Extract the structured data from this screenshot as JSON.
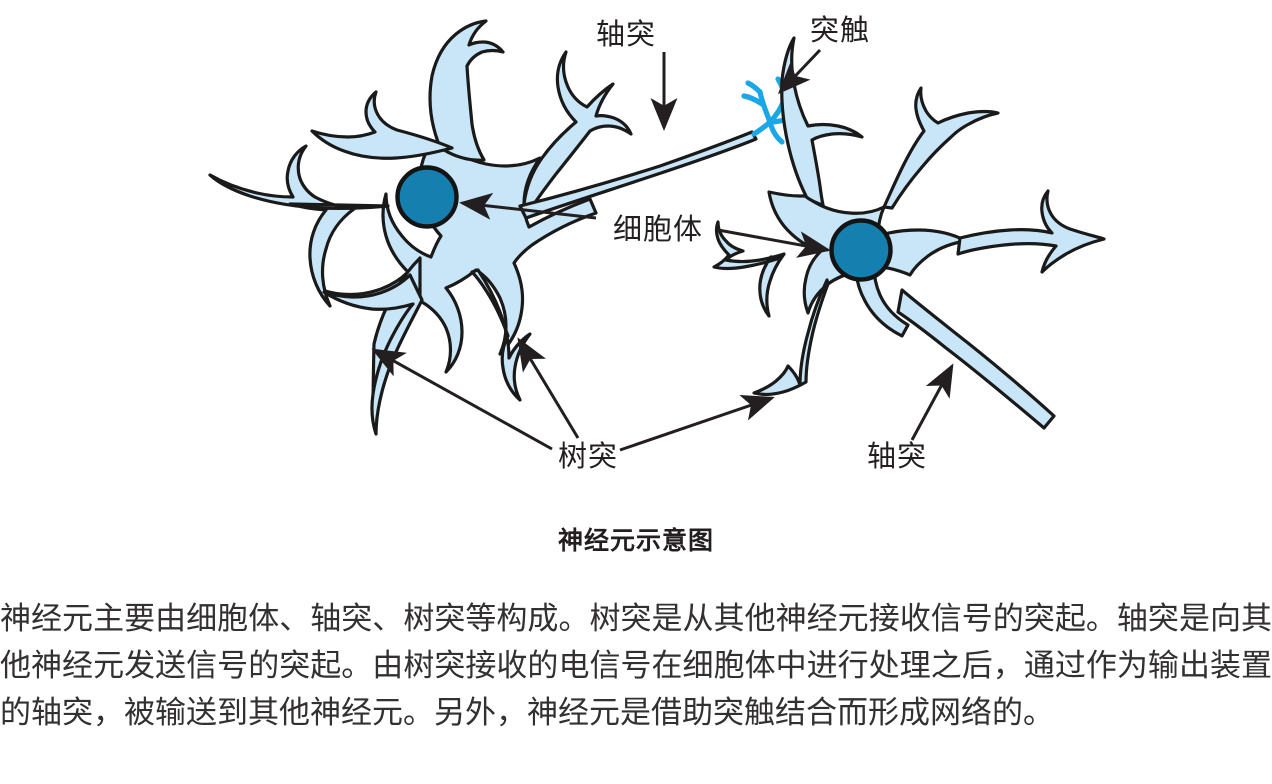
{
  "figure": {
    "caption": "神经元示意图",
    "labels": {
      "axon_top": "轴突",
      "synapse": "突触",
      "soma": "细胞体",
      "dendrite": "树突",
      "axon_bottom": "轴突"
    },
    "colors": {
      "cell_fill": "#c8e6f7",
      "cell_outline": "#1a1a1a",
      "nucleus_fill": "#1580b0",
      "nucleus_outline": "#141414",
      "synapse": "#1aa7e8",
      "label_text": "#231f20",
      "background": "#ffffff"
    },
    "parts": [
      "细胞体",
      "轴突",
      "树突",
      "突触"
    ]
  },
  "article": {
    "paragraph": "神经元主要由细胞体、轴突、树突等构成。树突是从其他神经元接收信号的突起。轴突是向其他神经元发送信号的突起。由树突接收的电信号在细胞体中进行处理之后，通过作为输出装置的轴突，被输送到其他神经元。另外，神经元是借助突触结合而形成网络的。"
  }
}
